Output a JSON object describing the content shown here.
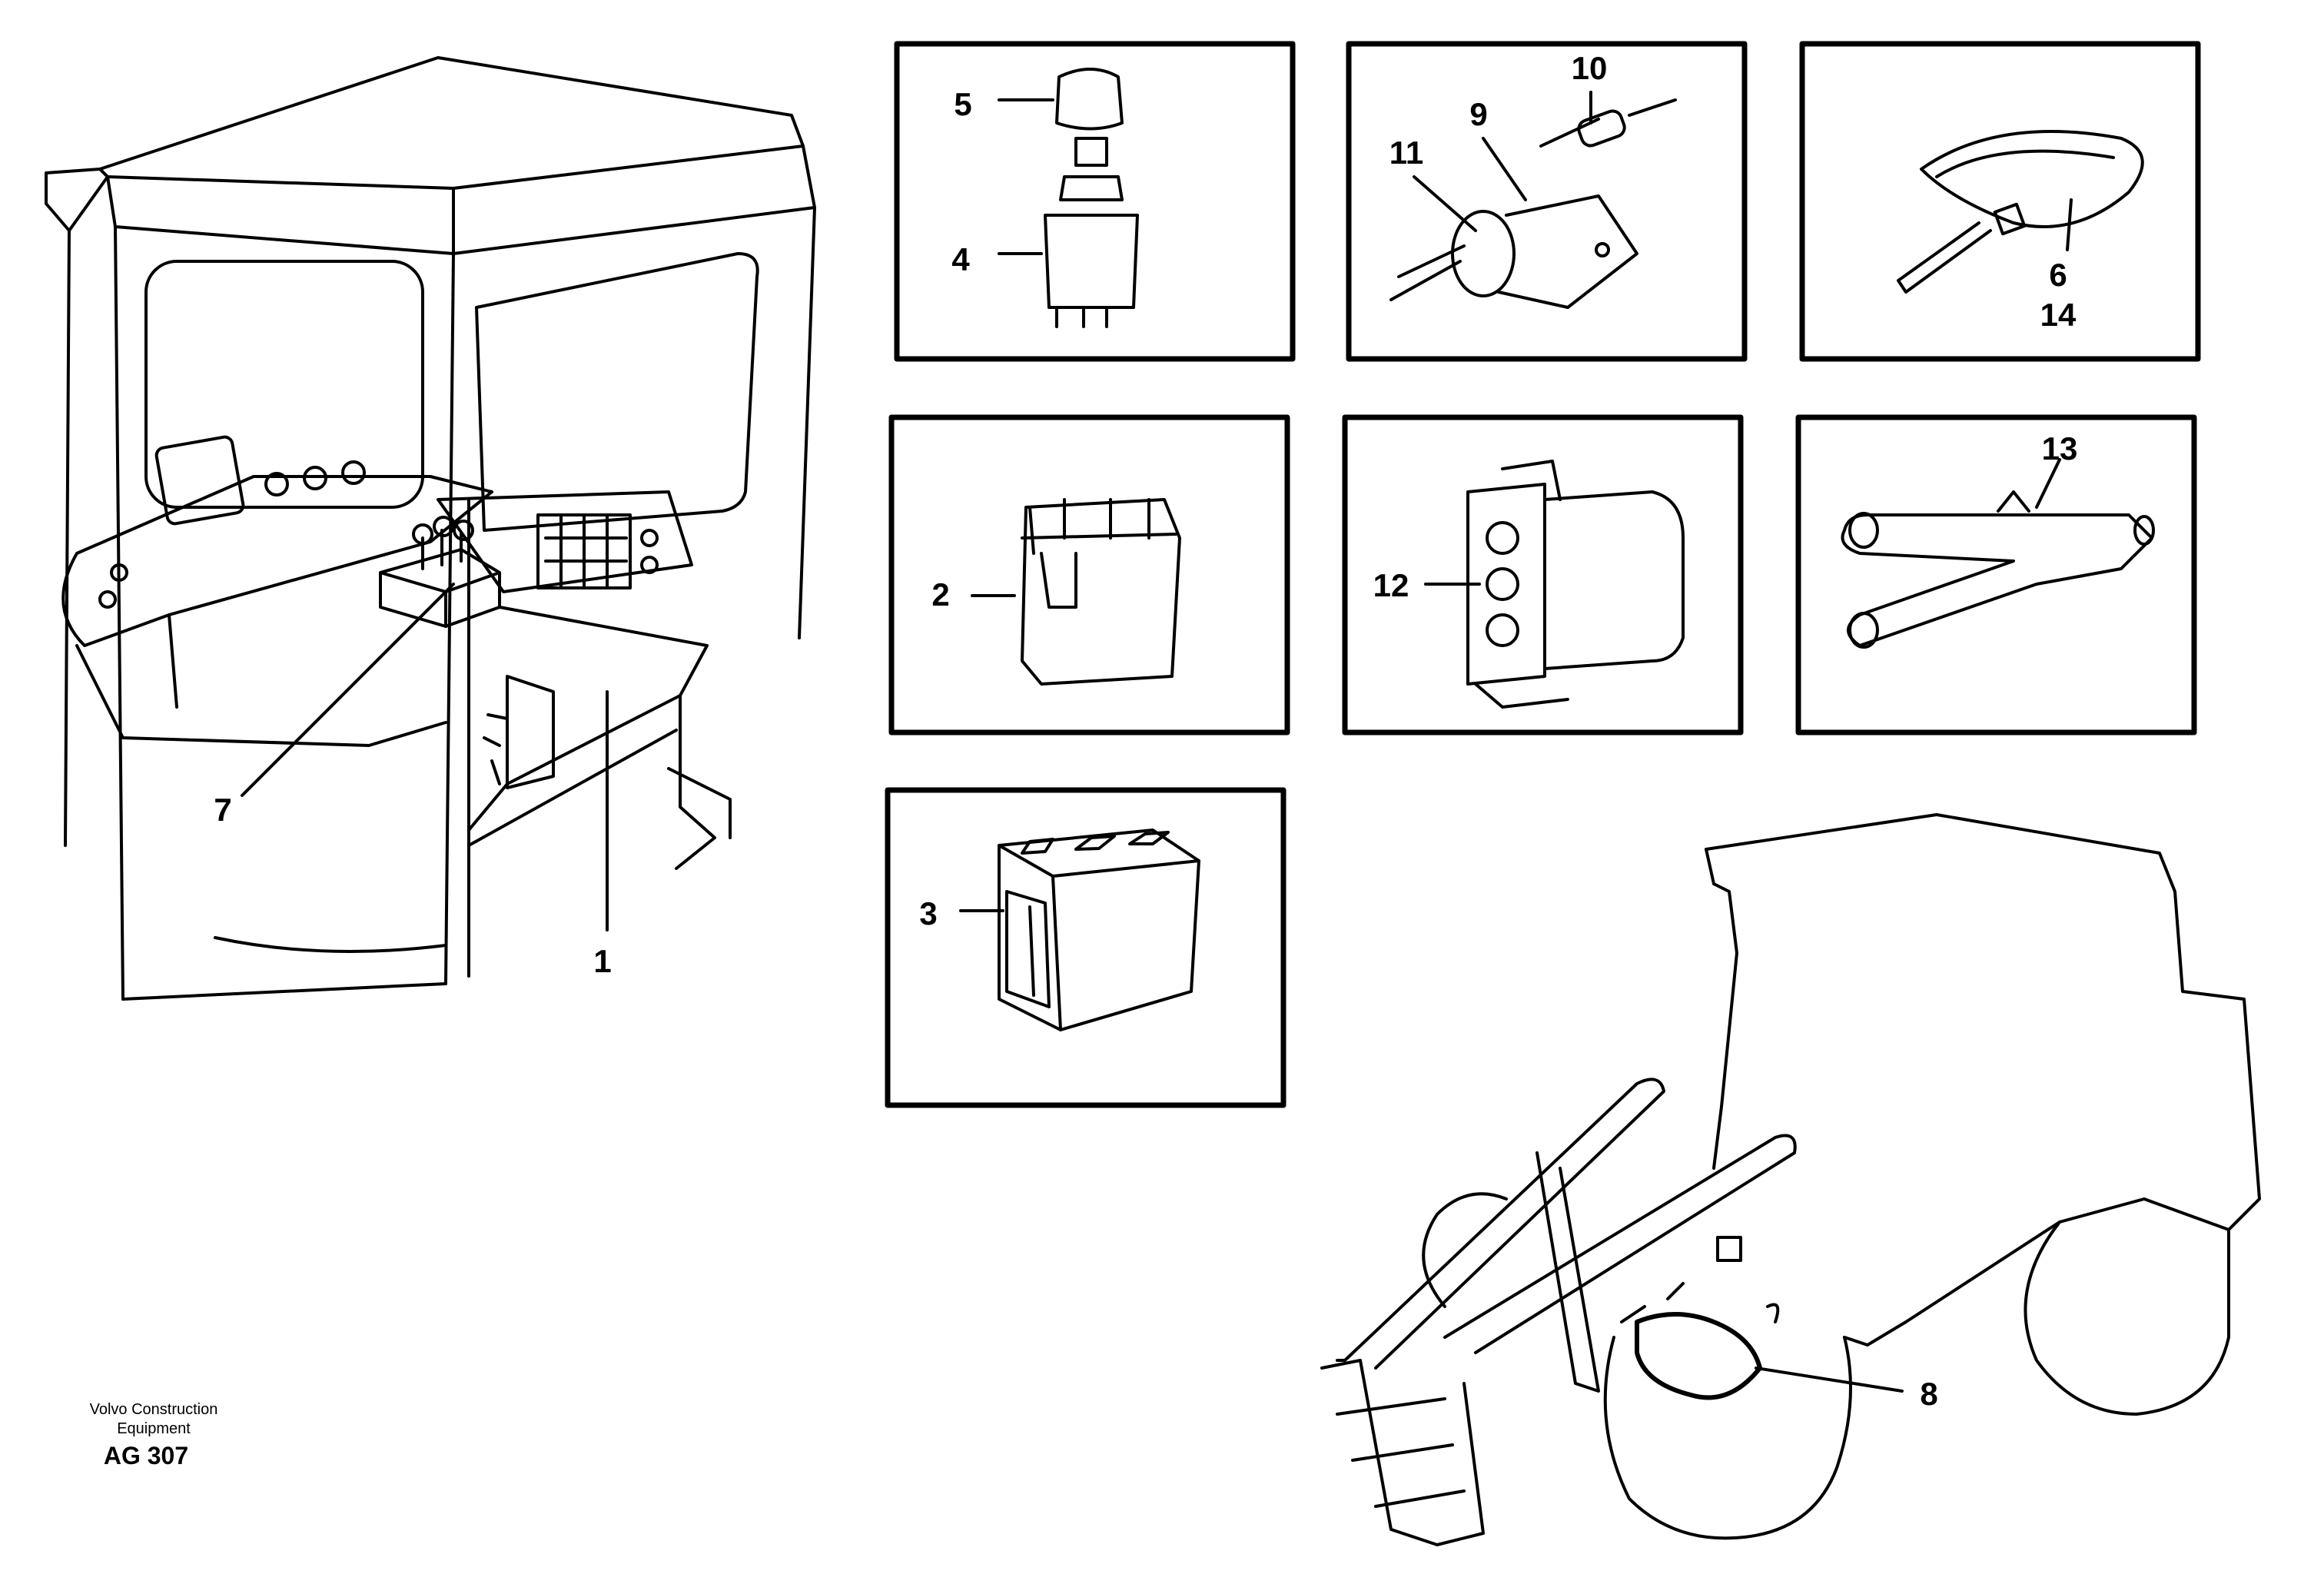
{
  "footer": {
    "company": "Volvo Construction Equipment",
    "code": "AG 307"
  },
  "callouts": {
    "c1": "1",
    "c2": "2",
    "c3": "3",
    "c4": "4",
    "c5": "5",
    "c6": "6",
    "c7": "7",
    "c8": "8",
    "c9": "9",
    "c10": "10",
    "c11": "11",
    "c12": "12",
    "c13": "13",
    "c14": "14"
  }
}
